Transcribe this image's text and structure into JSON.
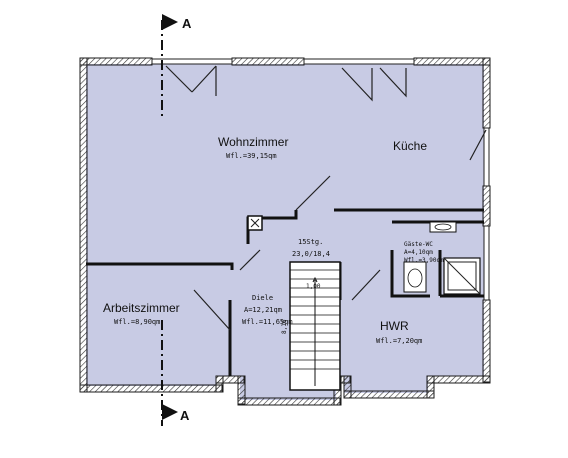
{
  "section_marker": {
    "label_top": "A",
    "label_bottom": "A"
  },
  "rooms": {
    "wohnzimmer": {
      "name": "Wohnzimmer",
      "area": "Wfl.=39,15qm"
    },
    "kueche": {
      "name": "Küche"
    },
    "arbeitszimmer": {
      "name": "Arbeitszimmer",
      "area": "Wfl.=8,90qm"
    },
    "diele": {
      "name": "Diele",
      "area_a": "A=12,21qm",
      "area_wfl": "Wfl.=11,65qm"
    },
    "hwr": {
      "name": "HWR",
      "area": "Wfl.=7,20qm"
    },
    "gaeste_wc": {
      "name": "Gäste-WC",
      "area_a": "A=4,10qm",
      "area_wfl": "Wfl.=3,90qm"
    }
  },
  "stairs": {
    "steps": "15Stg.",
    "ratio": "23,0/18,4",
    "width_dim": "1,00",
    "side_dim": "8,16"
  },
  "colors": {
    "room_fill": "#c8cbe4",
    "wall": "#1a1a1a"
  }
}
